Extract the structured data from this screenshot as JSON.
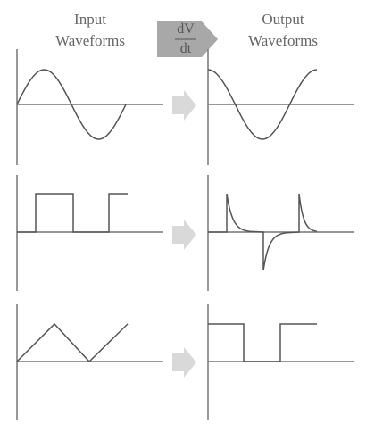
{
  "headers": {
    "input_line1": "Input",
    "input_line2": "Waveforms",
    "output_line1": "Output",
    "output_line2": "Waveforms"
  },
  "operator": {
    "numerator": "dV",
    "denominator": "dt"
  },
  "rows": [
    {
      "input_wave": "sine",
      "output_wave": "cosine"
    },
    {
      "input_wave": "square",
      "output_wave": "spikes"
    },
    {
      "input_wave": "triangle",
      "output_wave": "square"
    }
  ],
  "colors": {
    "line": "#555555",
    "axis": "#777777",
    "arrow": "#d9d9d9",
    "header_arrow": "#a8a8a8",
    "text": "#666666"
  }
}
